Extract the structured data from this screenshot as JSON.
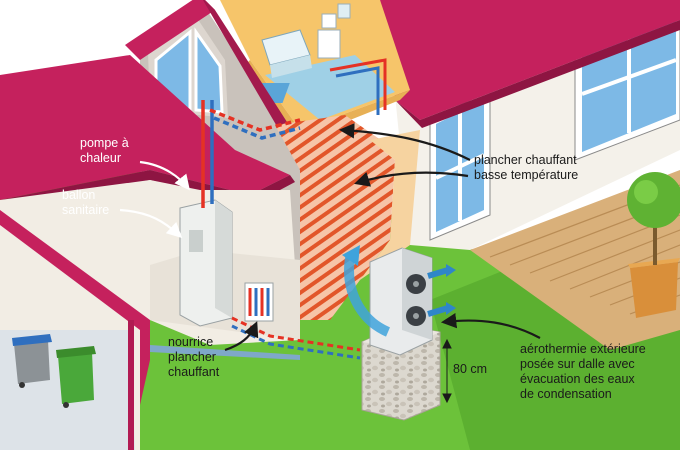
{
  "labels": {
    "pompe_a_chaleur": [
      "pompe à",
      "chaleur"
    ],
    "ballon_sanitaire": [
      "ballon",
      "sanitaire"
    ],
    "plancher_chauffant": [
      "plancher chauffant",
      "basse température"
    ],
    "nourrice": [
      "nourrice",
      "plancher",
      "chauffant"
    ],
    "hauteur_dalle": "80 cm",
    "aerothermie": [
      "aérothermie extérieure",
      "posée sur dalle avec",
      "évacuation des eaux",
      "de condensation"
    ]
  },
  "colors": {
    "sky": "#ffffff",
    "grass": "#6cc23a",
    "roof": "#c5215d",
    "wall_light": "#f2ede4",
    "wall_grey": "#c9c2bb",
    "floor_wood": "#d9b07a",
    "heating_loops": "#e2562a",
    "pipe_hot": "#e53224",
    "pipe_cold": "#2f6fbf",
    "window_blue": "#7db9e6",
    "air_flow": "#3fa3dc",
    "slab_stone": "#d6d2c8"
  }
}
